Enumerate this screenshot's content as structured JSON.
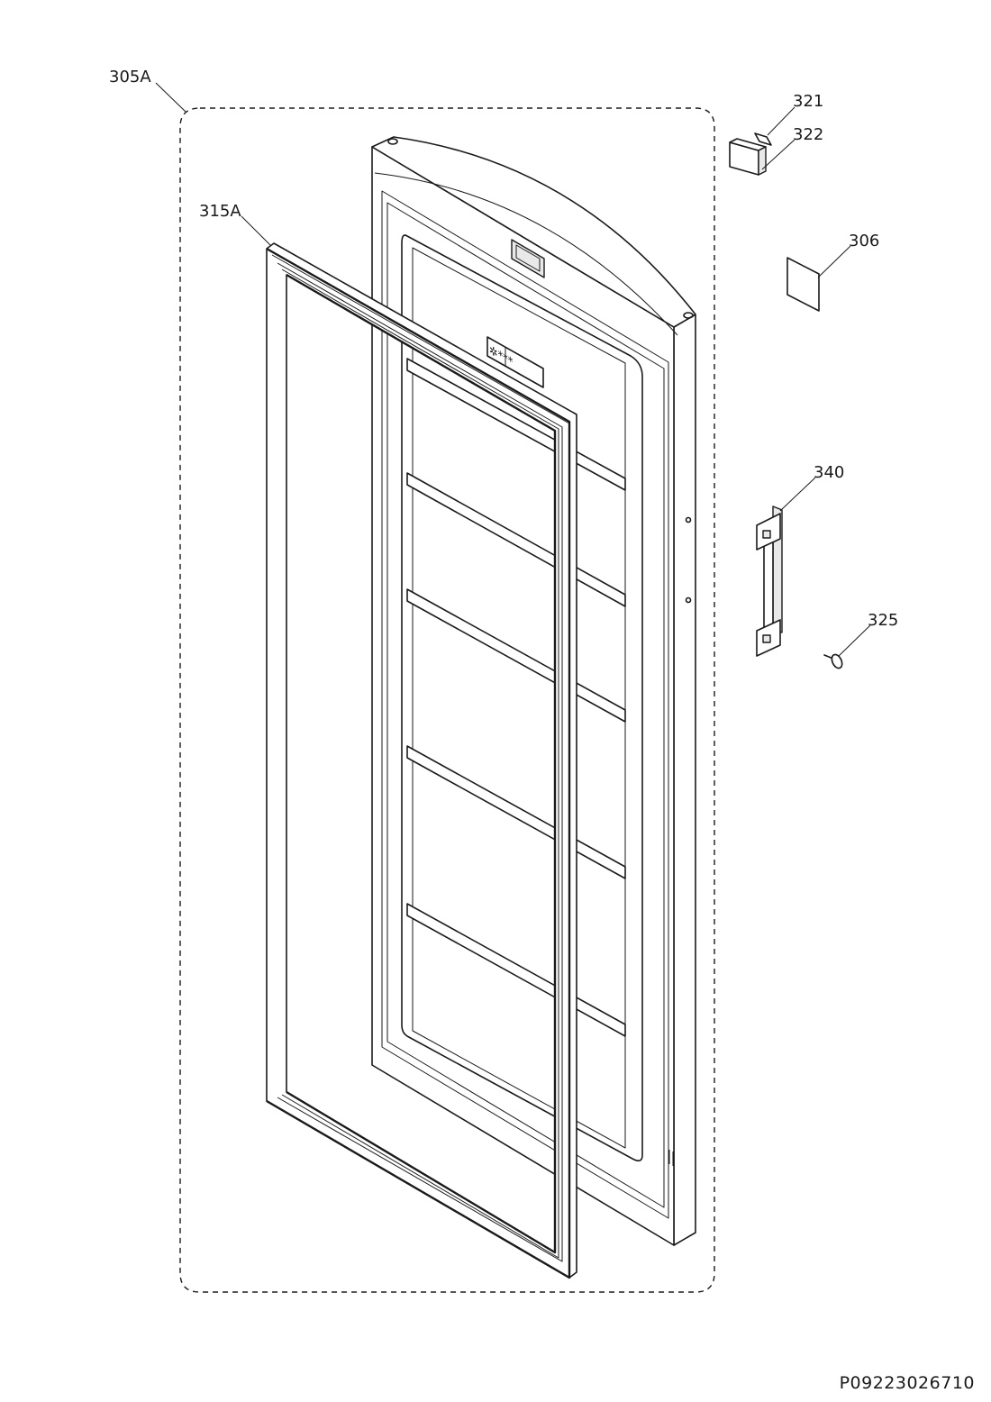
{
  "callouts": {
    "door_assembly": "305A",
    "gasket": "315A",
    "part_321": "321",
    "part_322": "322",
    "part_306": "306",
    "part_340": "340",
    "part_325": "325"
  },
  "document_reference": "P09223026710",
  "labels": {
    "star_rating": "✲***"
  }
}
